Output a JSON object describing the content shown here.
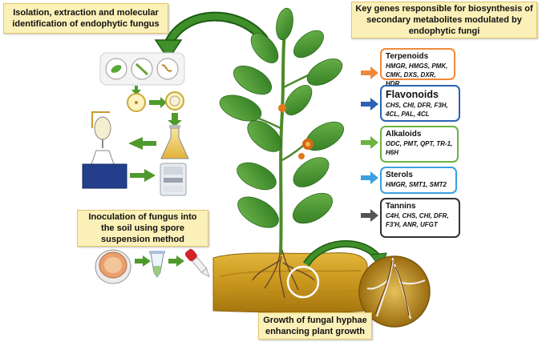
{
  "callouts": {
    "isolation": "Isolation, extraction and molecular identification of endophytic fungus",
    "key_genes": "Key genes responsible for biosynthesis of secondary metabolites modulated by endophytic fungi",
    "inoculation": "Inoculation of fungus into the soil using spore suspension method",
    "growth": "Growth of fungal hyphae enhancing plant growth"
  },
  "metabolites": [
    {
      "name": "Terpenoids",
      "genes": "HMGR, HMGS, PMK, CMK, DXS, DXR, HDR",
      "color": "#f08a3a"
    },
    {
      "name": "Flavonoids",
      "genes": "CHS, CHI, DFR, F3H, 4CL, PAL, 4CL",
      "color": "#2d63b0"
    },
    {
      "name": "Alkaloids",
      "genes": "ODC, PMT, QPT, TR-1, H6H",
      "color": "#6cb33f"
    },
    {
      "name": "Sterols",
      "genes": "HMGR, SMT1, SMT2",
      "color": "#3aa0e0"
    },
    {
      "name": "Tannins",
      "genes": "C4H, CHS, CHI, DFR, F3'H, ANR, UFGT",
      "color": "#333333"
    }
  ]
}
